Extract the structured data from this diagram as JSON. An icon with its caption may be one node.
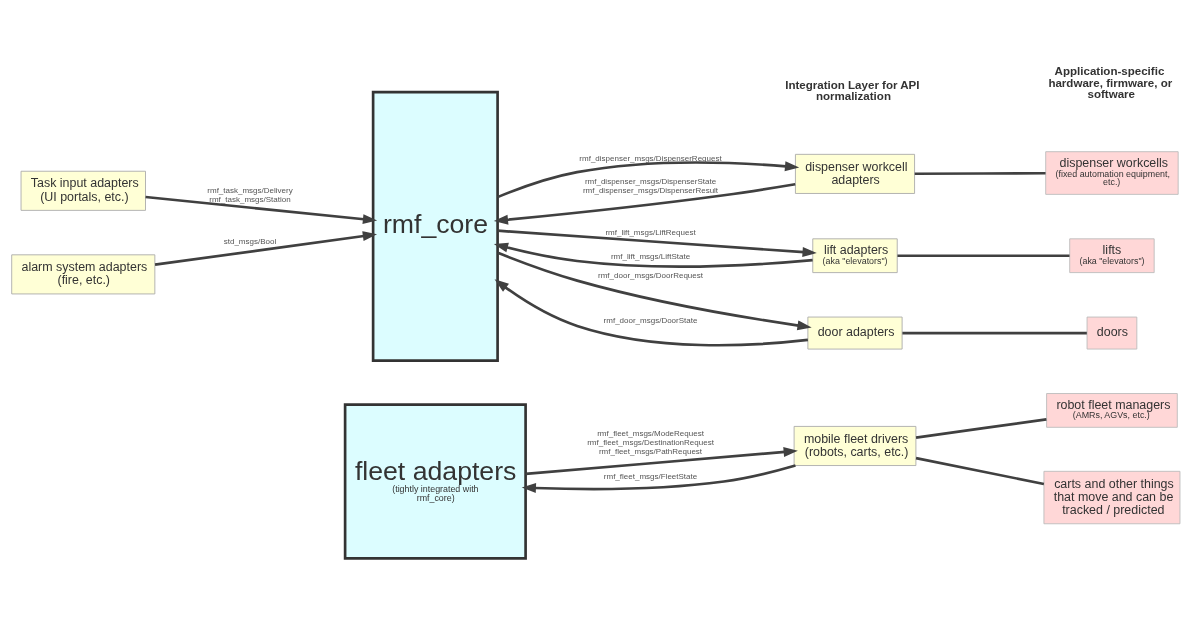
{
  "diagram": {
    "nodes": [
      {
        "text": [
          "Task input adapters (UI portals, etc.)"
        ]
      },
      {
        "text": [
          "alarm system adapters (fire, etc.)"
        ]
      },
      {
        "text": [
          "rmf_core"
        ]
      },
      {
        "text": [
          "fleet adapters",
          "(tightly integrated with rmf_core)"
        ]
      },
      {
        "text": [
          "dispenser workcell adapters"
        ]
      },
      {
        "text": [
          "lift adapters",
          "(aka \"elevators\")"
        ]
      },
      {
        "text": [
          "door adapters"
        ]
      },
      {
        "text": [
          "mobile fleet drivers (robots, carts, etc.)"
        ]
      },
      {
        "text": [
          "dispenser workcells",
          "(fixed automation equipment, etc.)"
        ]
      },
      {
        "text": [
          "lifts",
          "(aka \"elevators\")"
        ]
      },
      {
        "text": [
          "doors"
        ]
      },
      {
        "text": [
          "robot fleet managers",
          "(AMRs, AGVs, etc.)"
        ]
      },
      {
        "text": [
          "carts and other things that move and can be tracked / predicted"
        ]
      }
    ],
    "edges": [
      {
        "from": 0,
        "to": 2,
        "arrow": "to",
        "label": "rmf_task_msgs/Delivery rmf_task_msgs/Station"
      },
      {
        "from": 1,
        "to": 2,
        "arrow": "to",
        "label": "std_msgs/Bool"
      },
      {
        "from": 2,
        "to": 4,
        "arrow": "to",
        "label": "rmf_dispenser_msgs/DispenserRequest"
      },
      {
        "from": 4,
        "to": 2,
        "arrow": "to",
        "label": "rmf_dispenser_msgs/DispenserState rmf_dispenser_msgs/DispenserResult"
      },
      {
        "from": 2,
        "to": 5,
        "arrow": "to",
        "label": "rmf_lift_msgs/LiftRequest"
      },
      {
        "from": 5,
        "to": 2,
        "arrow": "to",
        "label": "rmf_lift_msgs/LiftState"
      },
      {
        "from": 2,
        "to": 6,
        "arrow": "to",
        "label": "rmf_door_msgs/DoorRequest"
      },
      {
        "from": 6,
        "to": 2,
        "arrow": "to",
        "label": "rmf_door_msgs/DoorState"
      },
      {
        "from": 3,
        "to": 7,
        "arrow": "to",
        "label": "rmf_fleet_msgs/ModeRequest rmf_fleet_msgs/DestinationRequest rmf_fleet_msgs/PathRequest"
      },
      {
        "from": 7,
        "to": 3,
        "arrow": "to",
        "label": "rmf_fleet_msgs/FleetState"
      },
      {
        "from": 4,
        "to": 8,
        "arrow": "none"
      },
      {
        "from": 5,
        "to": 9,
        "arrow": "none"
      },
      {
        "from": 6,
        "to": 10,
        "arrow": "none"
      },
      {
        "from": 7,
        "to": 11,
        "arrow": "none"
      },
      {
        "from": 7,
        "to": 12,
        "arrow": "none"
      }
    ],
    "labels": [
      "Integration Layer for API normalization",
      "Application-specific hardware, firmware, or software"
    ]
  }
}
